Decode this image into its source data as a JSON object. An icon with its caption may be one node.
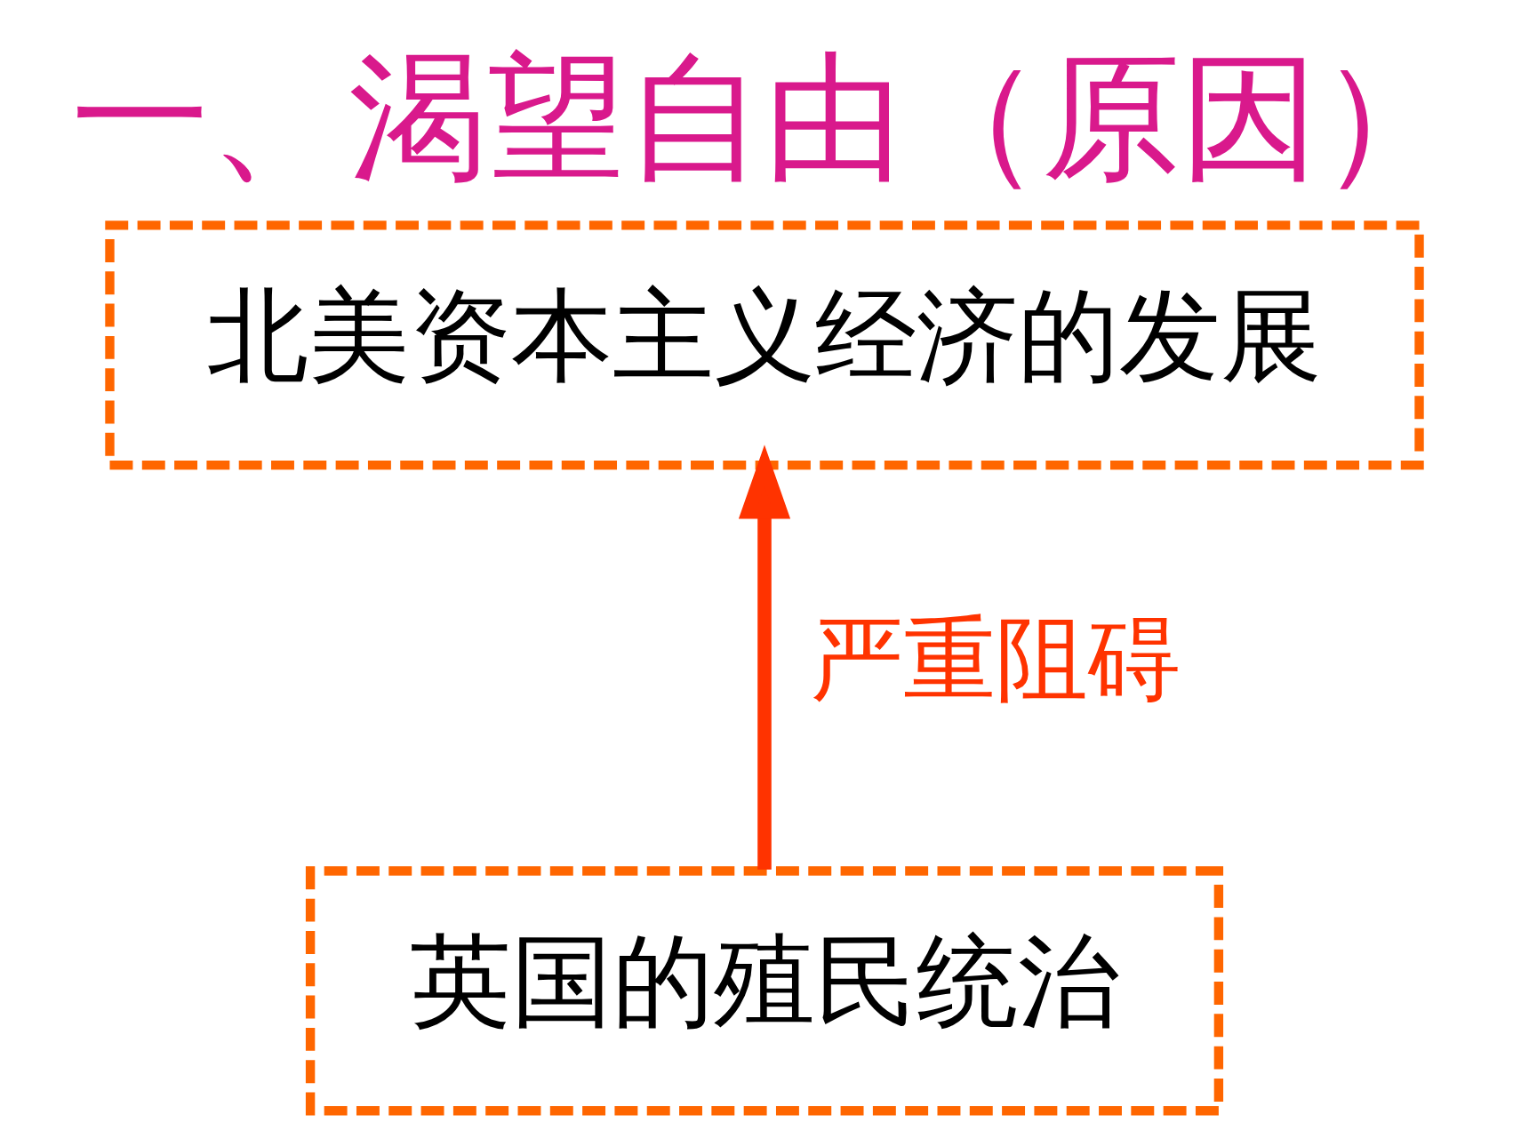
{
  "diagram": {
    "title": "一、渴望自由（原因）",
    "nodes": [
      {
        "text": [
          "北美资本主义经济的发展"
        ]
      },
      {
        "text": [
          "英国的殖民统治"
        ]
      }
    ],
    "edges": [
      {
        "from": 1,
        "to": 0,
        "arrow": "to",
        "label": "严重阻碍",
        "color": "#ff3300"
      }
    ]
  }
}
